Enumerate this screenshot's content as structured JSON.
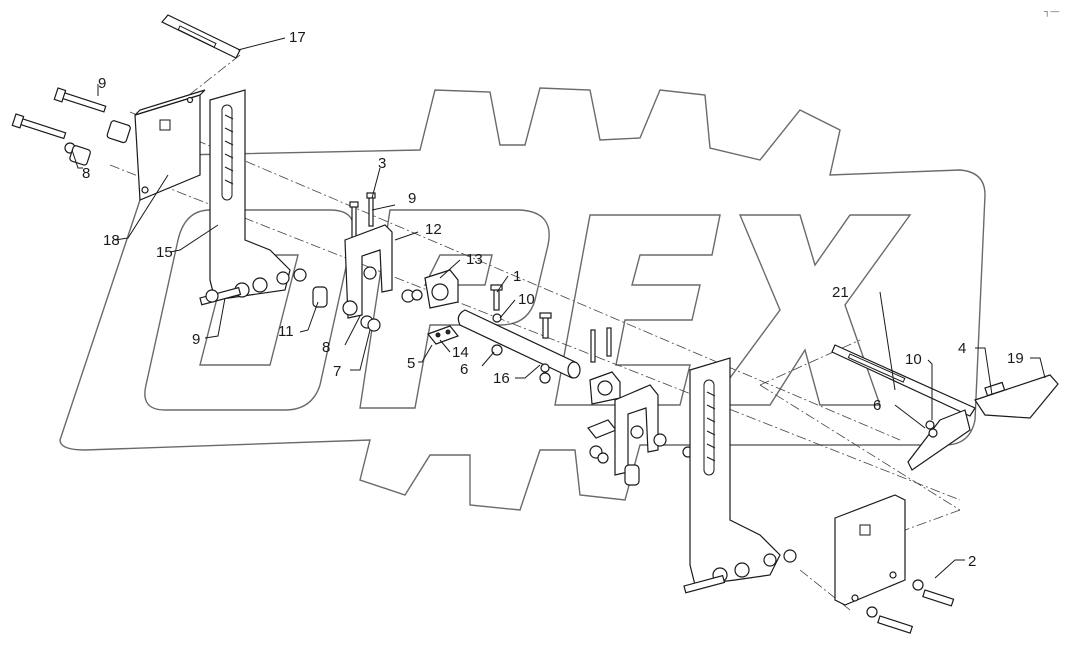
{
  "watermark": {
    "text": "OPEX",
    "stroke_color": "#6a6a6a"
  },
  "corner_mark": "┐—",
  "callouts": [
    {
      "id": "17",
      "text": "17"
    },
    {
      "id": "9a",
      "text": "9"
    },
    {
      "id": "8a",
      "text": "8"
    },
    {
      "id": "3",
      "text": "3"
    },
    {
      "id": "9b",
      "text": "9"
    },
    {
      "id": "12",
      "text": "12"
    },
    {
      "id": "18",
      "text": "18"
    },
    {
      "id": "15",
      "text": "15"
    },
    {
      "id": "13",
      "text": "13"
    },
    {
      "id": "1",
      "text": "1"
    },
    {
      "id": "10a",
      "text": "10"
    },
    {
      "id": "9c",
      "text": "9"
    },
    {
      "id": "11",
      "text": "11"
    },
    {
      "id": "8b",
      "text": "8"
    },
    {
      "id": "14",
      "text": "14"
    },
    {
      "id": "5",
      "text": "5"
    },
    {
      "id": "6a",
      "text": "6"
    },
    {
      "id": "16",
      "text": "16"
    },
    {
      "id": "7",
      "text": "7"
    },
    {
      "id": "21",
      "text": "21"
    },
    {
      "id": "4",
      "text": "4"
    },
    {
      "id": "19",
      "text": "19"
    },
    {
      "id": "10b",
      "text": "10"
    },
    {
      "id": "6b",
      "text": "6"
    },
    {
      "id": "2",
      "text": "2"
    }
  ]
}
